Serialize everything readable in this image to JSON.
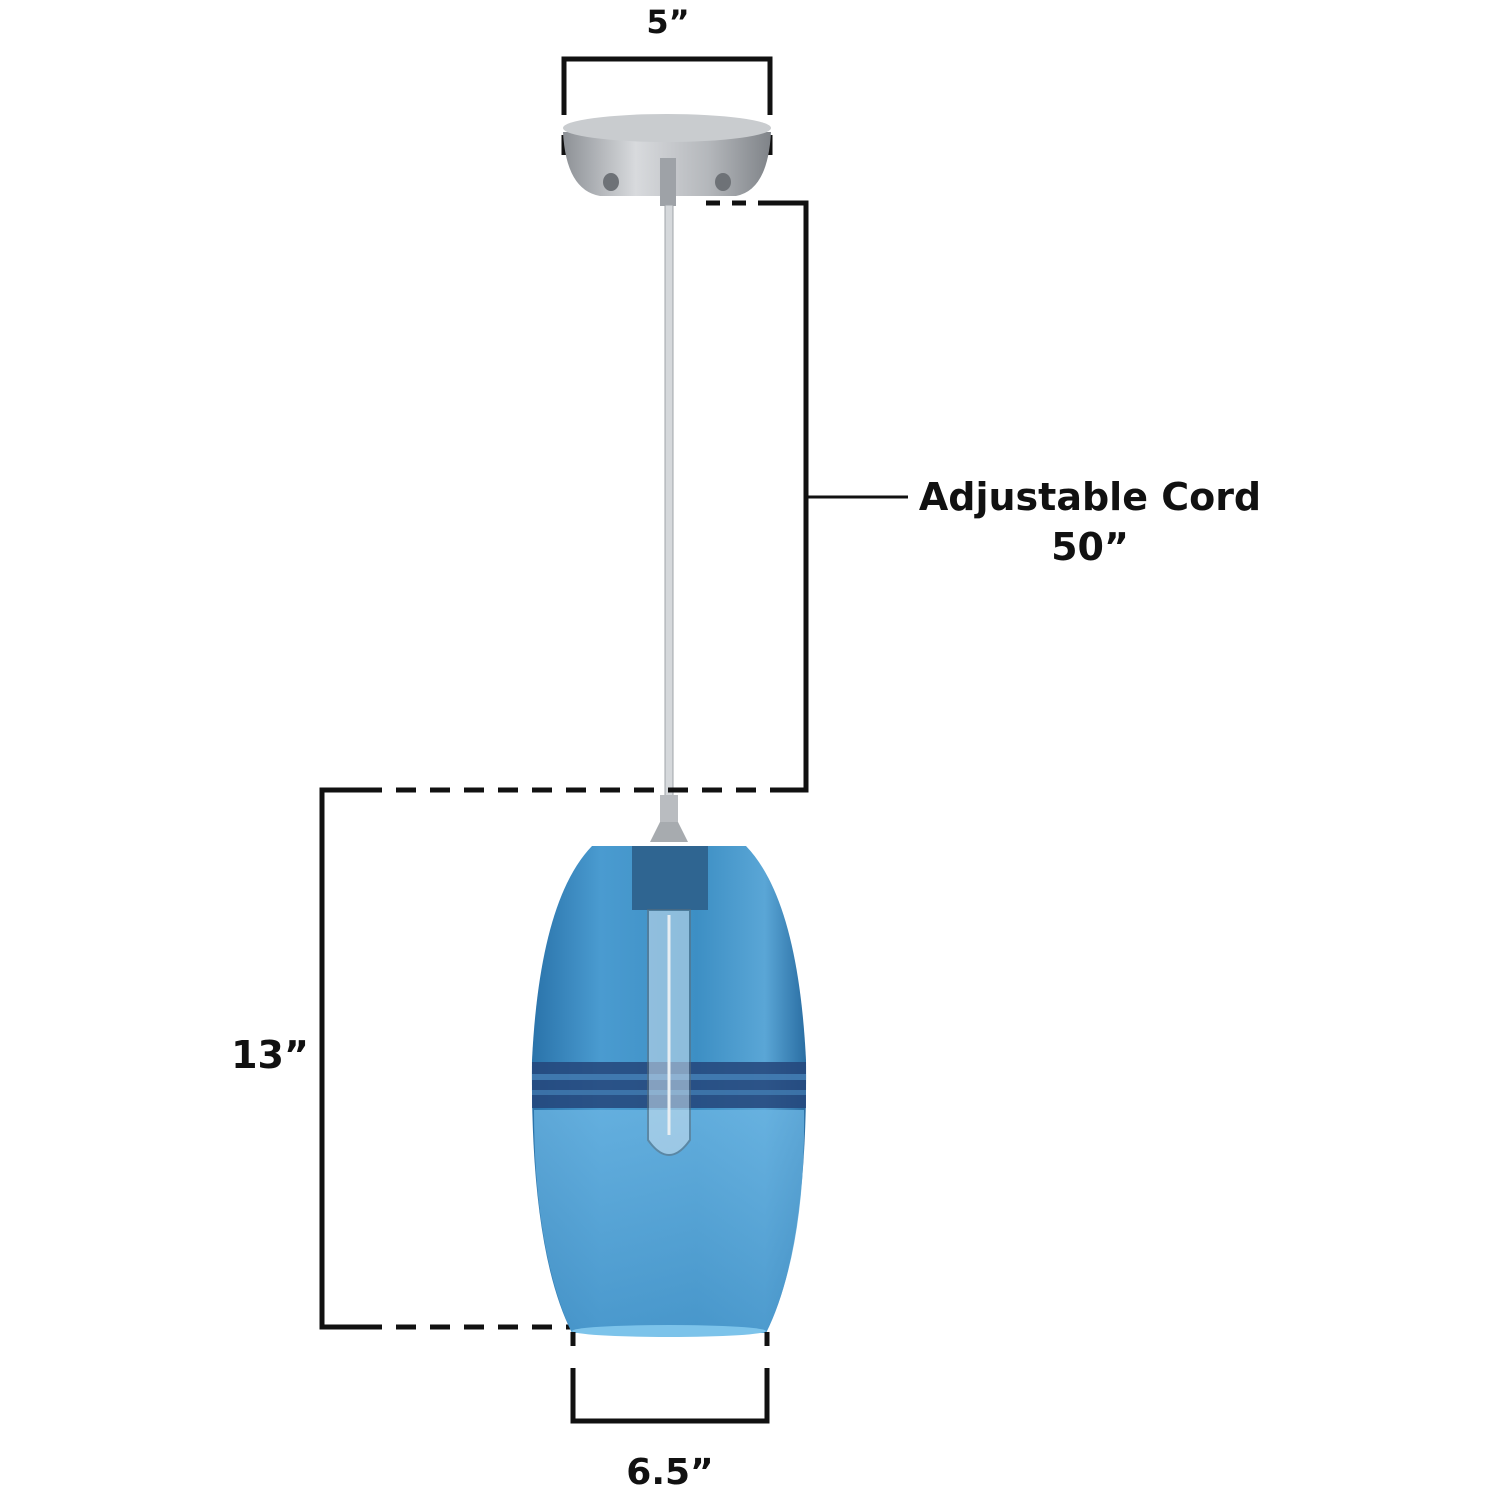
{
  "dimensions": {
    "canopy_width": "5”",
    "cord_label": "Adjustable Cord",
    "cord_length": "50”",
    "shade_height": "13”",
    "shade_width": "6.5”"
  },
  "colors": {
    "line": "#111111",
    "glass": "#3d8fc4",
    "glass_dark": "#1f5e93",
    "band": "#22406f",
    "metal": "#a9adb2"
  }
}
